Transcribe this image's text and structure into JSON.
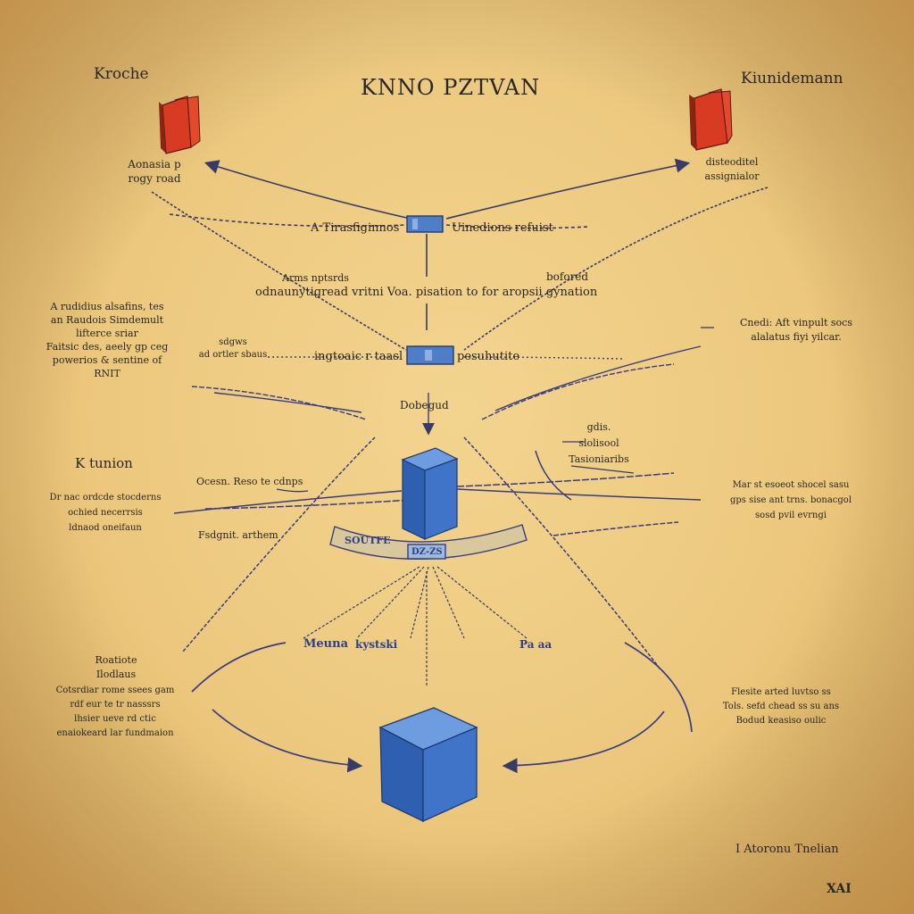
{
  "title": "KNNO PZTVAN",
  "corner_labels": {
    "top_left": "Kroche",
    "top_right": "Kiunidemann",
    "left_middle": "K tunion",
    "bottom_right": "I Atoronu Tnelian",
    "signature": "XAI"
  },
  "annotations": {
    "top_left_note": "Aonasia p\nrogy road",
    "top_right_note": "disteoditel\nassignialor",
    "left_bar_label": "A Tirasfiginnos",
    "right_bar_label": "Uinedions refuist",
    "top_small_left": "Arms nptsrds",
    "top_small_right": "bofored",
    "middle_line": "odnaunytigread vritni Voa. pisation to for aropsii gynation",
    "left_paragraph": "A rudidius alsafins, tes\nan Raudois Simdemult\nlifterce sriar\nFaitsic des, aeely gp ceg\npowerios & sentine of\nRNIT",
    "right_paragraph": "Cnedi: Aft vinpult socs\nalalatus fiyi yilcar.",
    "left_small": "sdgws\nad ortler sbaus",
    "center_bar_label": "ingtoaic r taasl",
    "center_bar_label_right": "pesuhutite",
    "center_arrow_label": "Dobegud",
    "right_stack": "gdis.\nslolisool\nTasioniaribs",
    "left_mid_paragraph": "Dr nac ordcde stocderns\nochied necerrsis\nldnaod oneifaun",
    "left_mid_label_a": "Ocesn. Reso te cdnps",
    "left_mid_label_b": "Fsdgnit. arthem",
    "right_mid_paragraph": "Mar st esoeot shocel sasu\ngps sise ant trns. bonacgol\nsosd pvil evrngi",
    "belt_labels": [
      "SOUTFE",
      "DZ-ZS"
    ],
    "fan_labels": [
      "Meuna",
      "kystski",
      "Pa aa"
    ],
    "left_lower_header": "Roatiote\nIlodlaus",
    "left_lower_paragraph": "Cotsrdiar rome ssees gam\nrdf eur te tr nasssrs\nlhsier ueve rd ctic\nenaiokeard lar fundmaion",
    "right_lower_paragraph": "Flesite arted luvtso ss\nTols. sefd chead ss su ans\nBodud keasiso oulic"
  },
  "colors": {
    "parchment": "#ecc87e",
    "ink": "#2a2620",
    "arrow": "#4a4a7a",
    "block_blue": "#3b6fbf",
    "block_red": "#d83a22"
  },
  "icons": [
    "red-book-icon",
    "blue-cube-icon",
    "blue-bar-icon"
  ]
}
